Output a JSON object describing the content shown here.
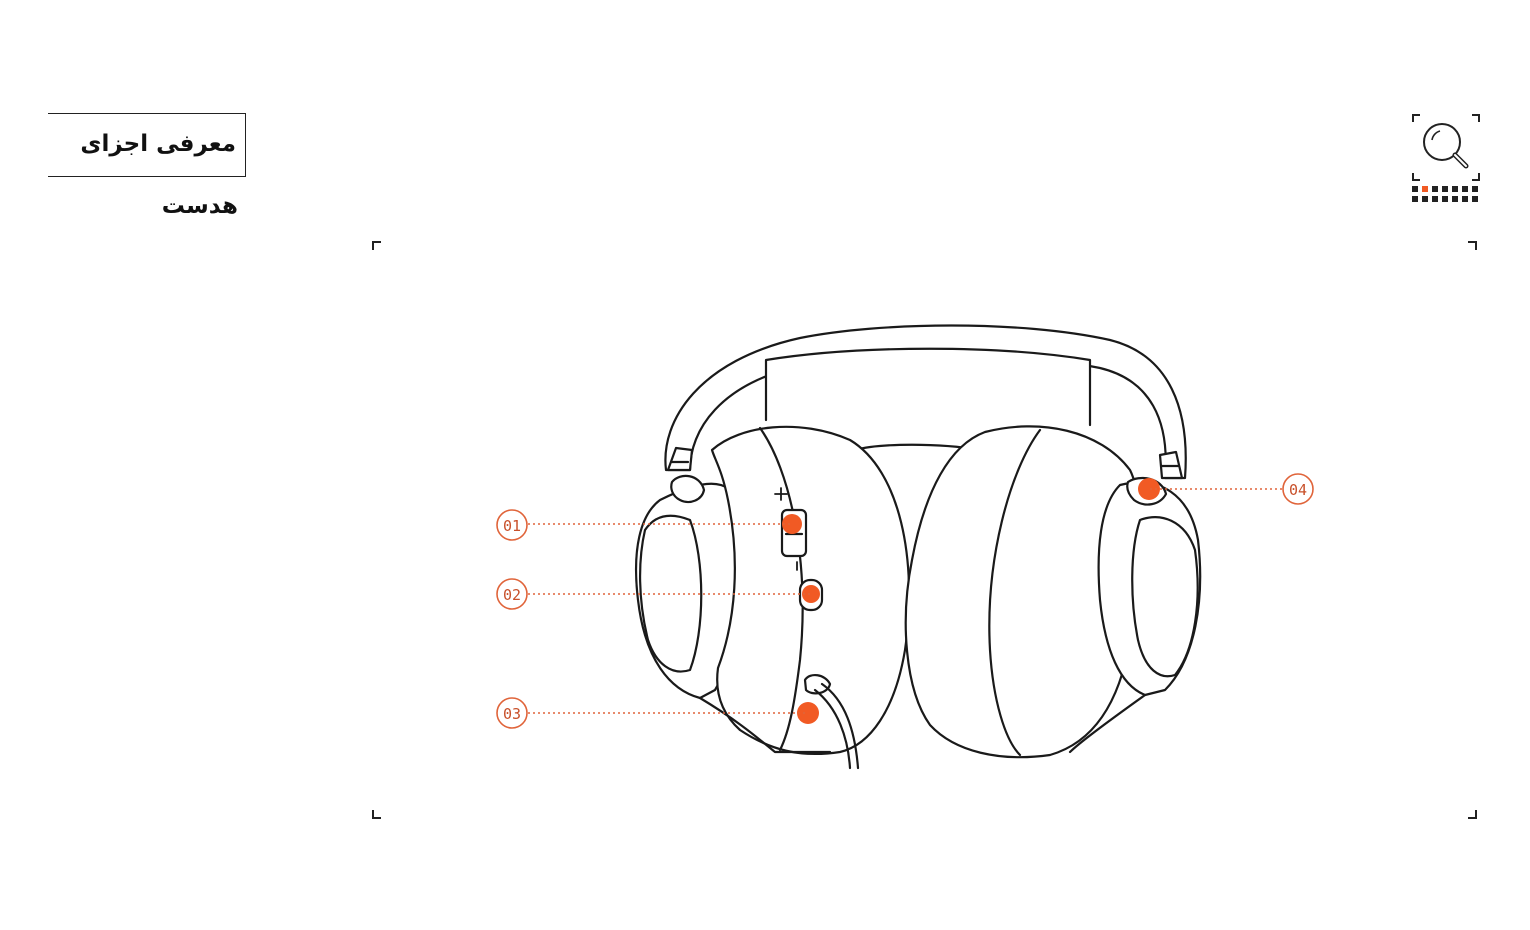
{
  "header": {
    "title": "معرفی اجزای هدست"
  },
  "icons": {
    "search": "search-icon",
    "pagination": "pagination-dots-icon"
  },
  "pagination": {
    "total_dots": 14,
    "active_index": 1
  },
  "callouts": [
    {
      "id": "c1",
      "label": "01"
    },
    {
      "id": "c2",
      "label": "02"
    },
    {
      "id": "c3",
      "label": "03"
    },
    {
      "id": "c4",
      "label": "04"
    }
  ],
  "colors": {
    "accent": "#f15a24",
    "callout_text": "#c8502a",
    "line": "#1a1a1a"
  }
}
